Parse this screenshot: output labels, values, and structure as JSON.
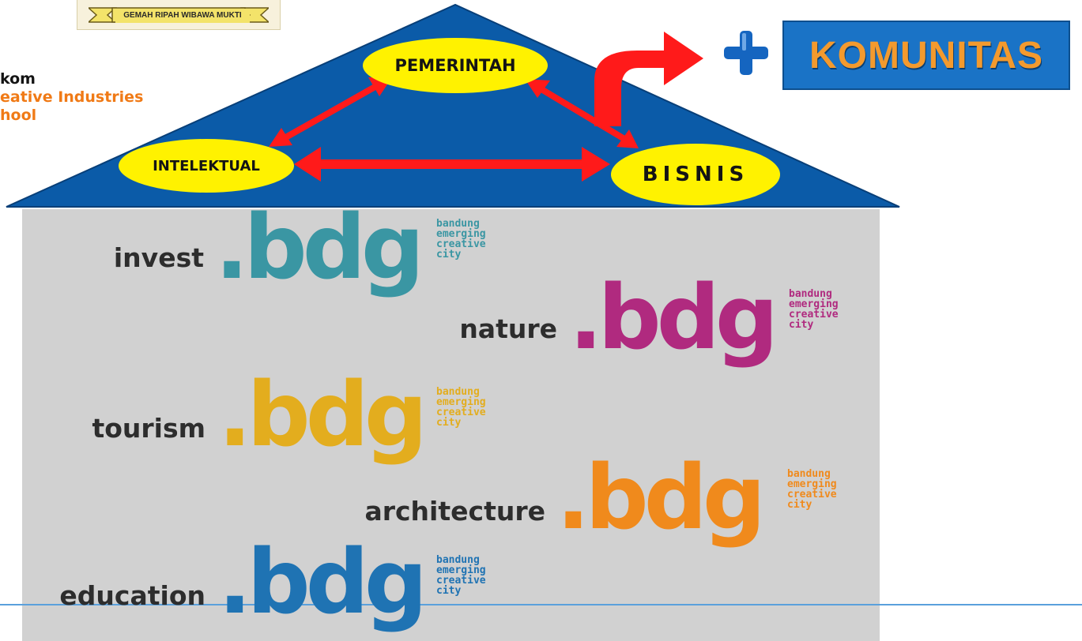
{
  "crest": {
    "motto": "GEMAH RIPAH WIBAWA MUKTI"
  },
  "logo": {
    "line1": "kom",
    "line2": "eative Industries",
    "line3": "hool"
  },
  "diagram": {
    "nodes": {
      "top": "PEMERINTAH",
      "left": "INTELEKTUAL",
      "right": "BISNIS"
    },
    "plus_label": "KOMUNITAS",
    "colors": {
      "triangle": "#0b5ba8",
      "arrows": "#ff1a1a",
      "ellipse": "#fff200",
      "plus": "#1565c0",
      "komunitas_bg": "#1a73c6",
      "komunitas_text": "#f39a2e"
    }
  },
  "brand": {
    "tagline": [
      "bandung",
      "emerging",
      "creative",
      "city"
    ],
    "suffix": ".bdg",
    "entries": [
      {
        "word": "invest",
        "color": "#3a96a3"
      },
      {
        "word": "nature",
        "color": "#b02a7f"
      },
      {
        "word": "tourism",
        "color": "#e3ad1e"
      },
      {
        "word": "architecture",
        "color": "#f08a1c"
      },
      {
        "word": "education",
        "color": "#1f73b3"
      }
    ]
  }
}
